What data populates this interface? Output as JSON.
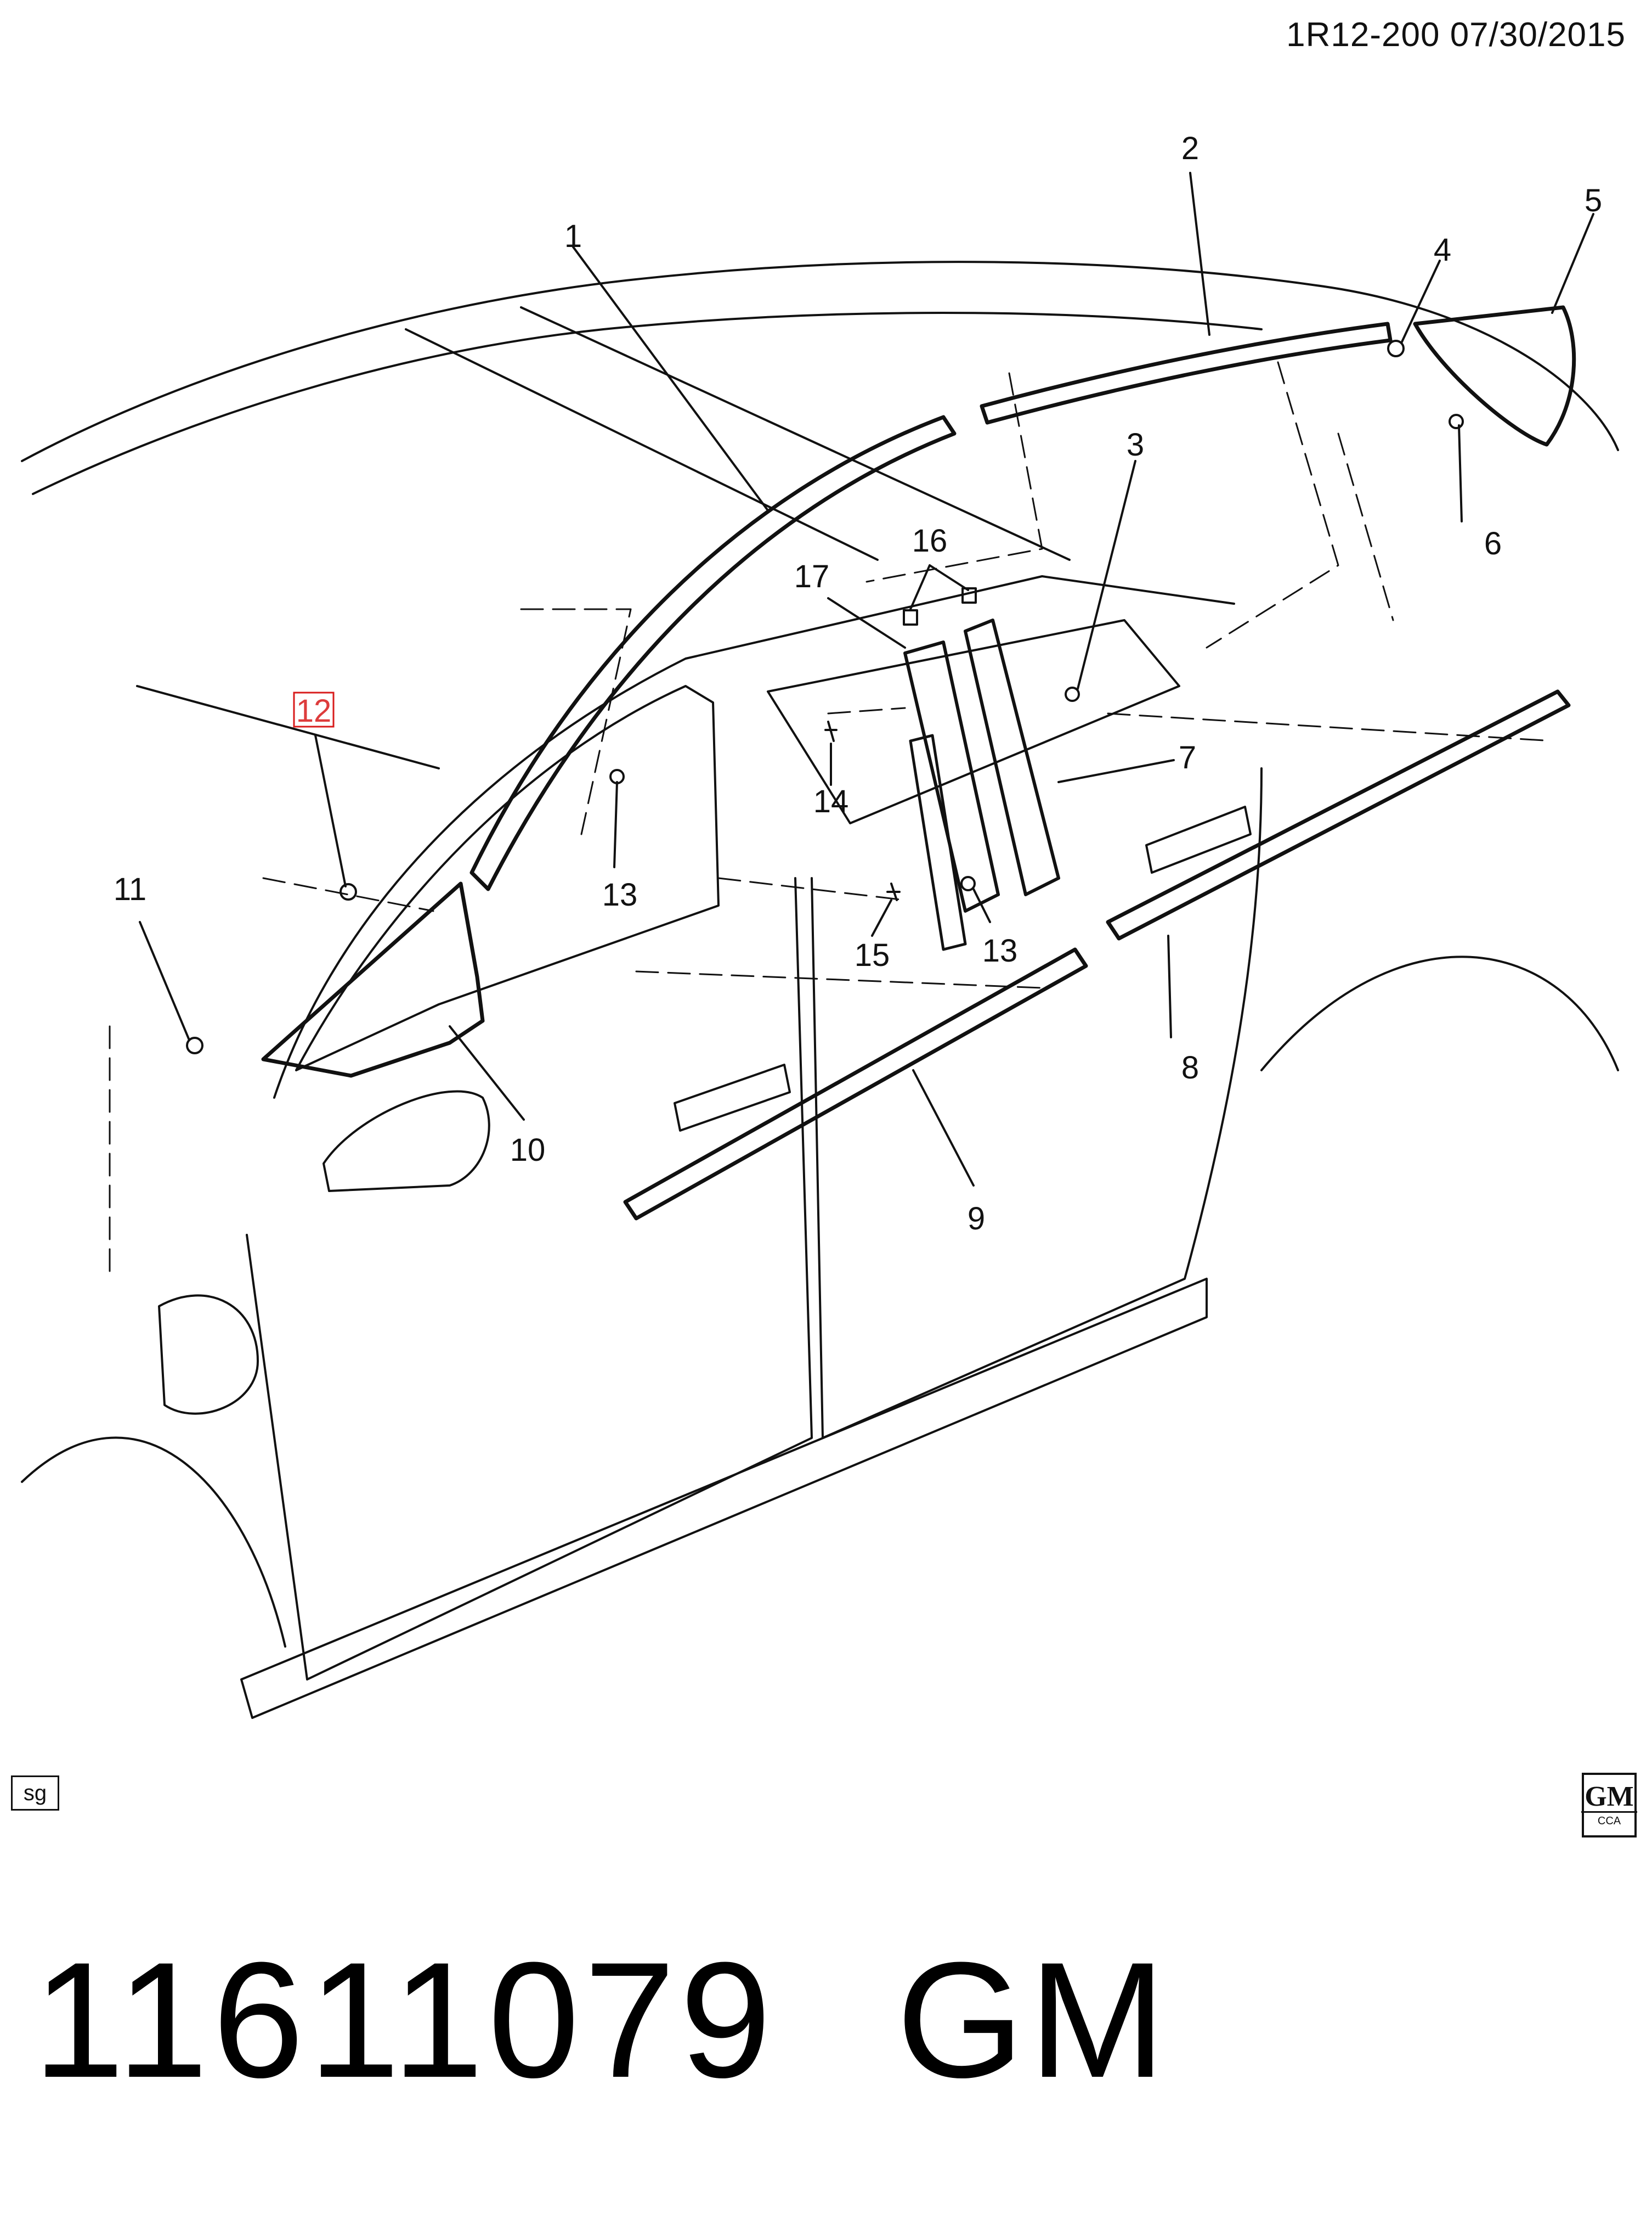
{
  "header": {
    "code": "1R12-200  07/30/2015"
  },
  "callouts": [
    {
      "id": "1",
      "label": "1"
    },
    {
      "id": "2",
      "label": "2"
    },
    {
      "id": "3",
      "label": "3"
    },
    {
      "id": "4",
      "label": "4"
    },
    {
      "id": "5",
      "label": "5"
    },
    {
      "id": "6",
      "label": "6"
    },
    {
      "id": "7",
      "label": "7"
    },
    {
      "id": "8",
      "label": "8"
    },
    {
      "id": "9",
      "label": "9"
    },
    {
      "id": "10",
      "label": "10"
    },
    {
      "id": "11",
      "label": "11"
    },
    {
      "id": "12",
      "label": "12",
      "highlighted": true
    },
    {
      "id": "13a",
      "label": "13"
    },
    {
      "id": "13b",
      "label": "13"
    },
    {
      "id": "14",
      "label": "14"
    },
    {
      "id": "15",
      "label": "15"
    },
    {
      "id": "16",
      "label": "16"
    },
    {
      "id": "17",
      "label": "17"
    }
  ],
  "badges": {
    "sg": "sg",
    "logo_main": "GM",
    "logo_sub": "CCA"
  },
  "footer": {
    "part_number": "11611079",
    "brand": "GM"
  },
  "colors": {
    "ink": "#111111",
    "highlight": "#d81b1b",
    "background": "#ffffff"
  }
}
